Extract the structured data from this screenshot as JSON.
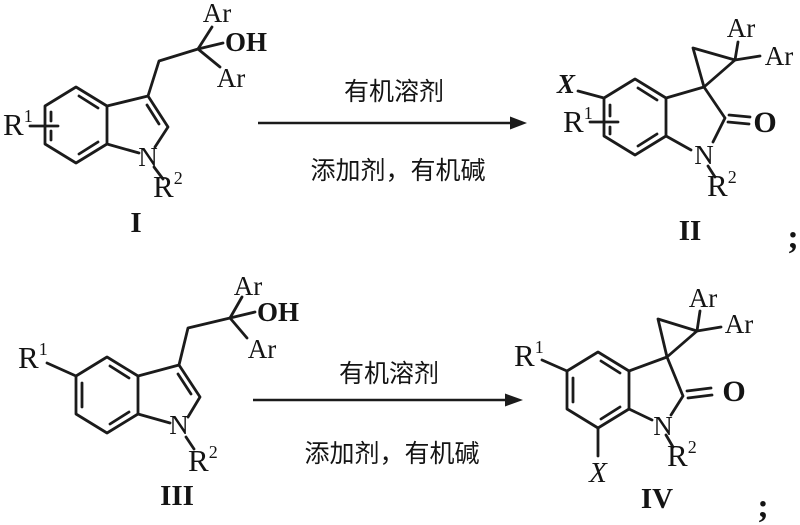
{
  "background": "#ffffff",
  "ink_color": "#1b1b1b",
  "atom_labels": {
    "ar": "Ar",
    "oh": "OH",
    "nitrogen": "N",
    "oxygen": "O",
    "x": "X",
    "r": "R",
    "sup1": "1",
    "sup2": "2"
  },
  "reactions": [
    {
      "reactant_numeral": "I",
      "product_numeral": "II",
      "condition_above": "有机溶剂",
      "condition_below": "添加剂，有机碱",
      "terminator": ";"
    },
    {
      "reactant_numeral": "III",
      "product_numeral": "IV",
      "condition_above": "有机溶剂",
      "condition_below": "添加剂，有机碱",
      "terminator": ";"
    }
  ]
}
